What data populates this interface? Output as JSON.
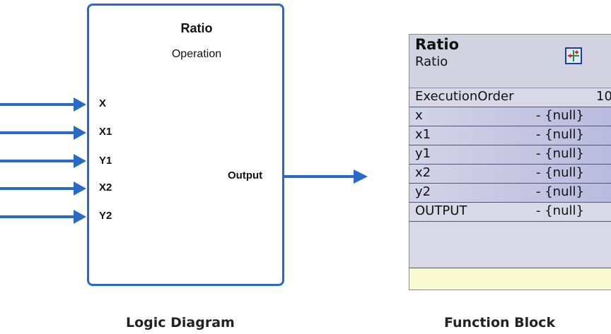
{
  "logic": {
    "title": "Ratio",
    "subtitle": "Operation",
    "inputs": [
      "X",
      "X1",
      "Y1",
      "X2",
      "Y2"
    ],
    "output": "Output",
    "caption": "Logic Diagram"
  },
  "function_block": {
    "name": "Ratio",
    "type": "Ratio",
    "icon": "ratio-block-icon",
    "execution_order_label": "ExecutionOrder",
    "execution_order_value": "10",
    "rows": [
      {
        "label": "x",
        "value": "- {null}"
      },
      {
        "label": "x1",
        "value": "- {null}"
      },
      {
        "label": "y1",
        "value": "- {null}"
      },
      {
        "label": "x2",
        "value": "- {null}"
      },
      {
        "label": "y2",
        "value": "- {null}"
      },
      {
        "label": "OUTPUT",
        "value": "- {null}"
      }
    ],
    "caption": "Function Block"
  },
  "colors": {
    "wire": "#2a6ac7",
    "block_body": "#c3c3e3",
    "footer": "#fafad2"
  }
}
